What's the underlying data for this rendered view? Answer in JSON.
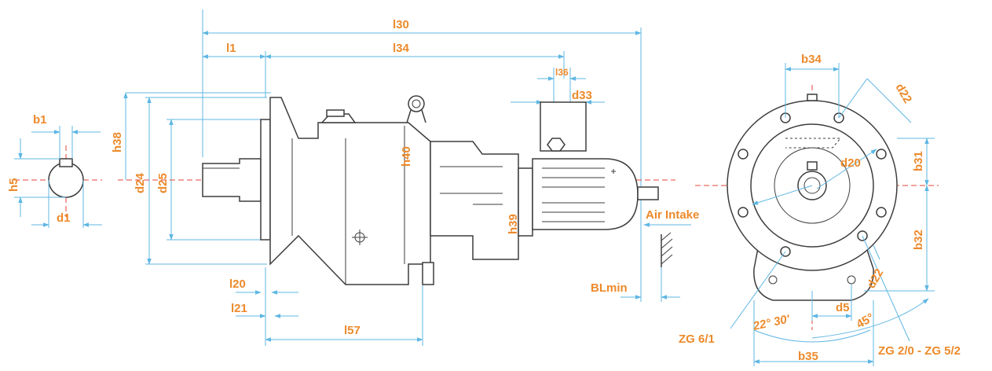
{
  "colors": {
    "outline": "#3d3d3d",
    "dimension_line": "#5fb7e3",
    "centre_line": "#e2443a",
    "label": "#ec8a2b",
    "background": "#ffffff"
  },
  "icons": {
    "arrowhead": "dimension-arrow-icon",
    "hole": "bolt-hole-icon",
    "vent": "breather-plug-icon"
  },
  "labels": {
    "shaft_key_view": {
      "b1": "b1",
      "h5": "h5",
      "d1": "d1"
    },
    "side_view": {
      "l30": "l30",
      "l1": "l1",
      "l34": "l34",
      "l36": "l36",
      "d33": "d33",
      "h38": "h38",
      "d24": "d24",
      "d25": "d25",
      "h40": "h40",
      "h39": "h39",
      "l20": "l20",
      "l21": "l21",
      "l57": "l57",
      "bl_min": "BLmin",
      "air_intake": "Air Intake"
    },
    "front_view": {
      "b34": "b34",
      "d22_top": "d22",
      "d20": "d20",
      "b31": "b31",
      "b32": "b32",
      "d22_bottom": "d22",
      "d5": "d5",
      "angle_45": "45°",
      "angle_22_30": "22° 30'",
      "b35": "b35",
      "zg_6_1": "ZG 6/1",
      "zg_2_0_5_2": "ZG 2/0 - ZG 5/2"
    }
  }
}
